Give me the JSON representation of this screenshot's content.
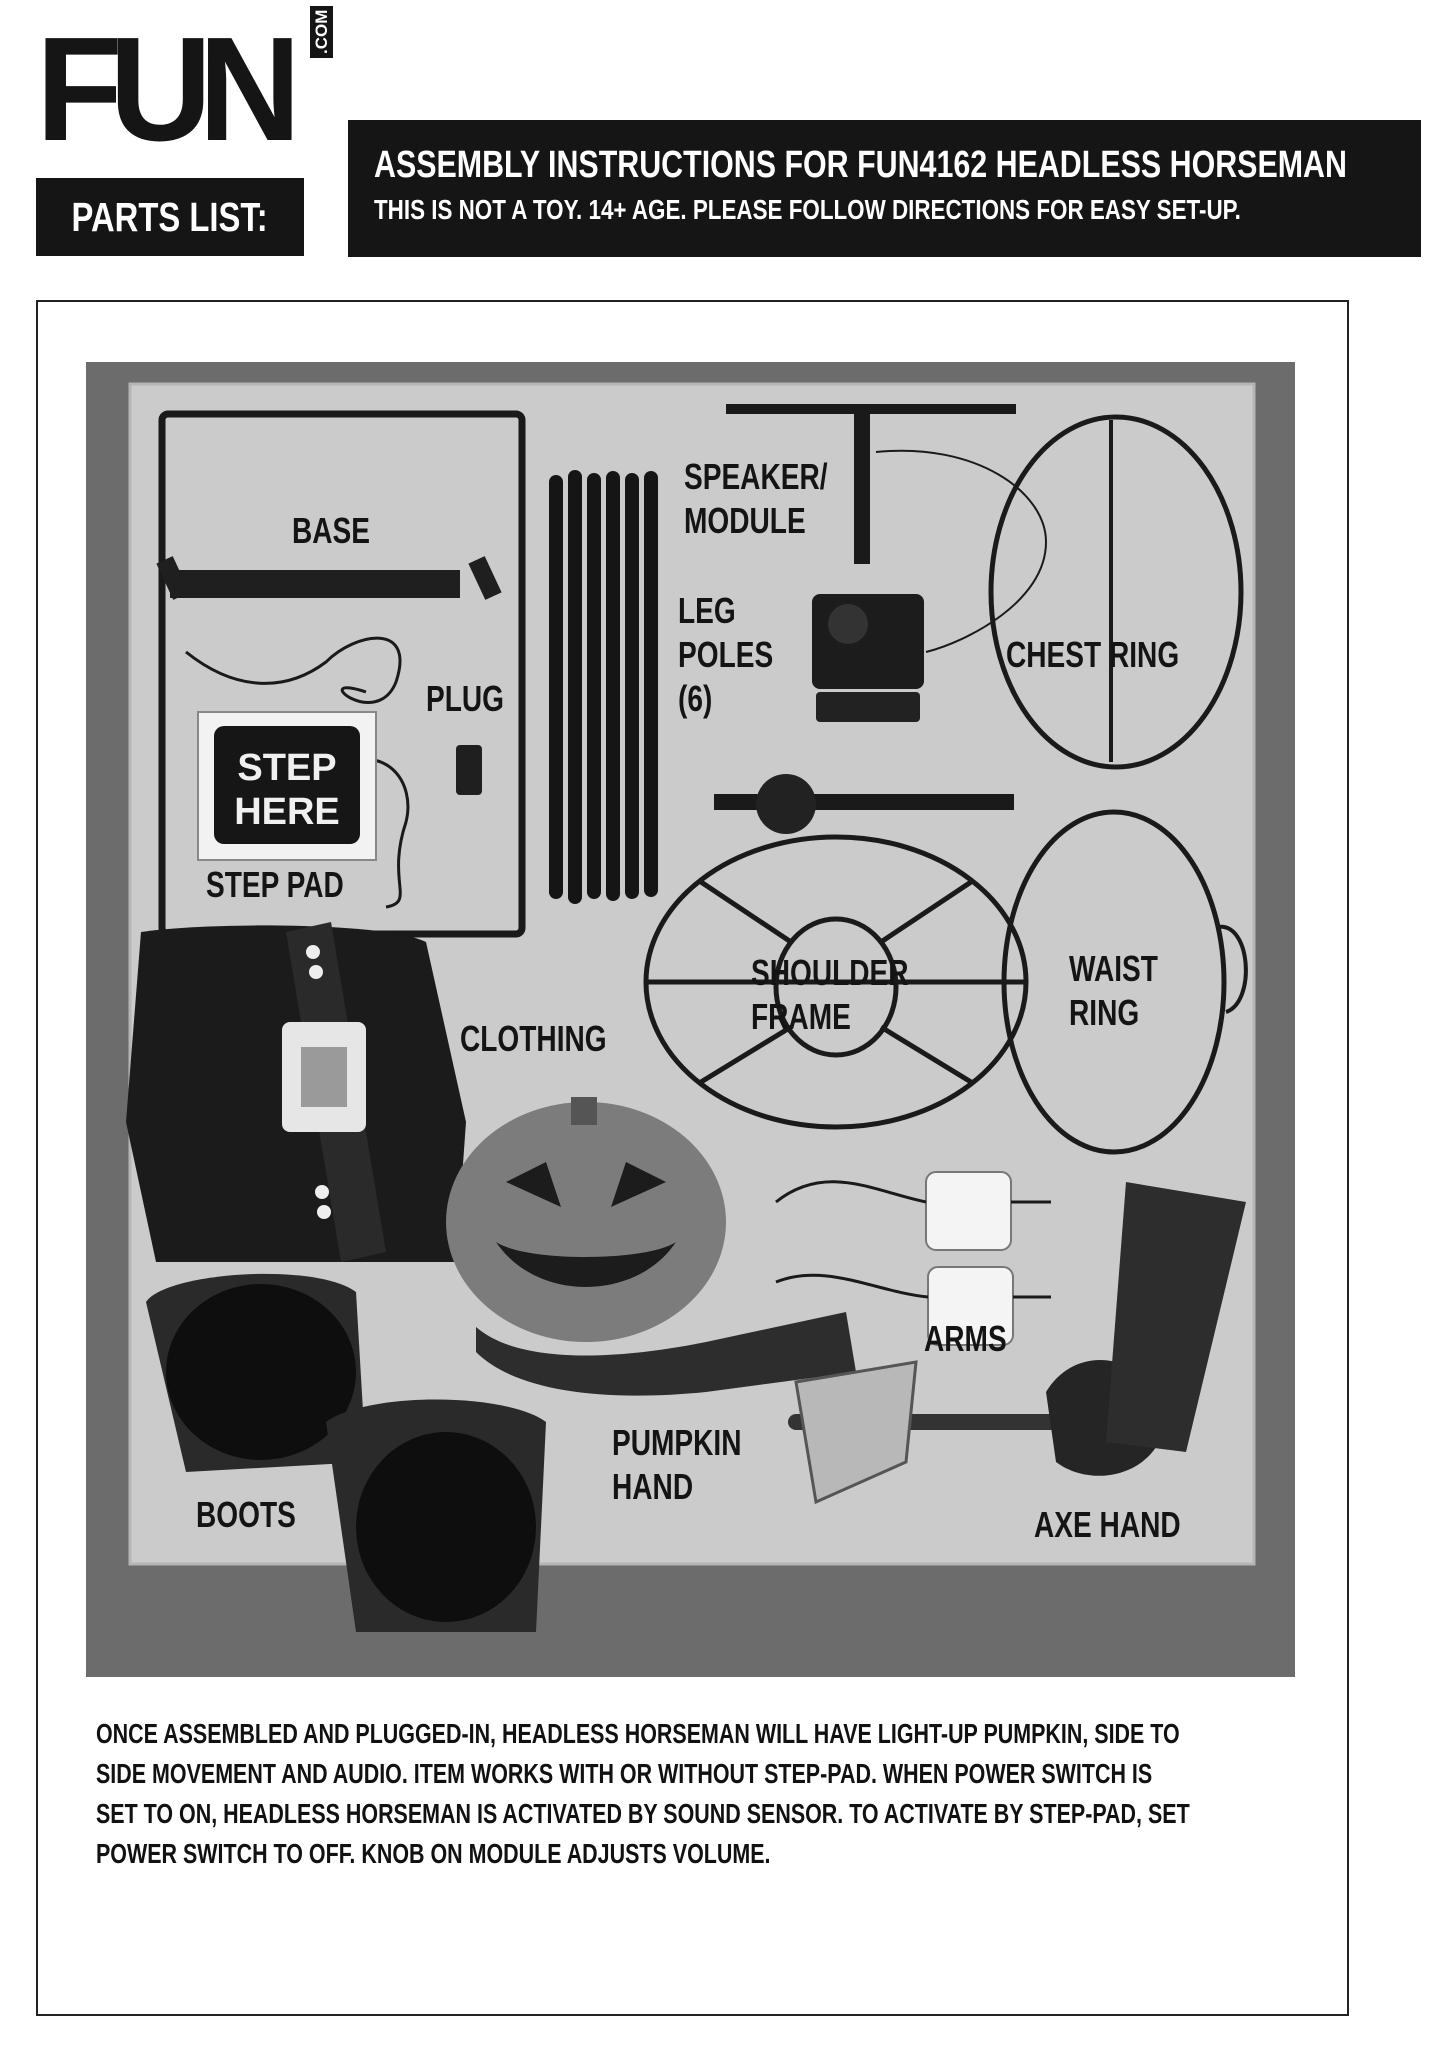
{
  "header": {
    "logo_text": "FUN",
    "logo_suffix": ".COM",
    "parts_list_label": "PARTS LIST:",
    "title": "ASSEMBLY INSTRUCTIONS FOR FUN4162 HEADLESS HORSEMAN",
    "subtitle": "THIS IS NOT A TOY.  14+ AGE.  PLEASE FOLLOW DIRECTIONS FOR EASY SET-UP."
  },
  "parts": {
    "base": "BASE",
    "speaker_line1": "SPEAKER/",
    "speaker_line2": "MODULE",
    "leg_line1": "LEG",
    "leg_line2": "POLES",
    "leg_line3": "(6)",
    "chest_ring": "CHEST RING",
    "plug": "PLUG",
    "step_pad": "STEP PAD",
    "step_pad_print_line1": "STEP",
    "step_pad_print_line2": "HERE",
    "shoulder_line1": "SHOULDER",
    "shoulder_line2": "FRAME",
    "waist_line1": "WAIST",
    "waist_line2": "RING",
    "clothing": "CLOTHING",
    "arms": "ARMS",
    "pumpkin_line1": "PUMPKIN",
    "pumpkin_line2": "HAND",
    "boots": "BOOTS",
    "axe_hand": "AXE HAND"
  },
  "description": {
    "line1": "ONCE ASSEMBLED AND PLUGGED-IN, HEADLESS HORSEMAN WILL HAVE LIGHT-UP PUMPKIN, SIDE TO",
    "line2": "SIDE MOVEMENT AND AUDIO.  ITEM WORKS WITH OR WITHOUT STEP-PAD.  WHEN POWER SWITCH IS",
    "line3": "SET TO ON, HEADLESS HORSEMAN IS ACTIVATED BY SOUND SENSOR.  TO ACTIVATE BY STEP-PAD, SET",
    "line4": "POWER SWITCH TO OFF.  KNOB ON MODULE ADJUSTS VOLUME."
  },
  "colors": {
    "black": "#151515",
    "cardboard": "#c9c9c9",
    "floor": "#6c6c6c"
  }
}
